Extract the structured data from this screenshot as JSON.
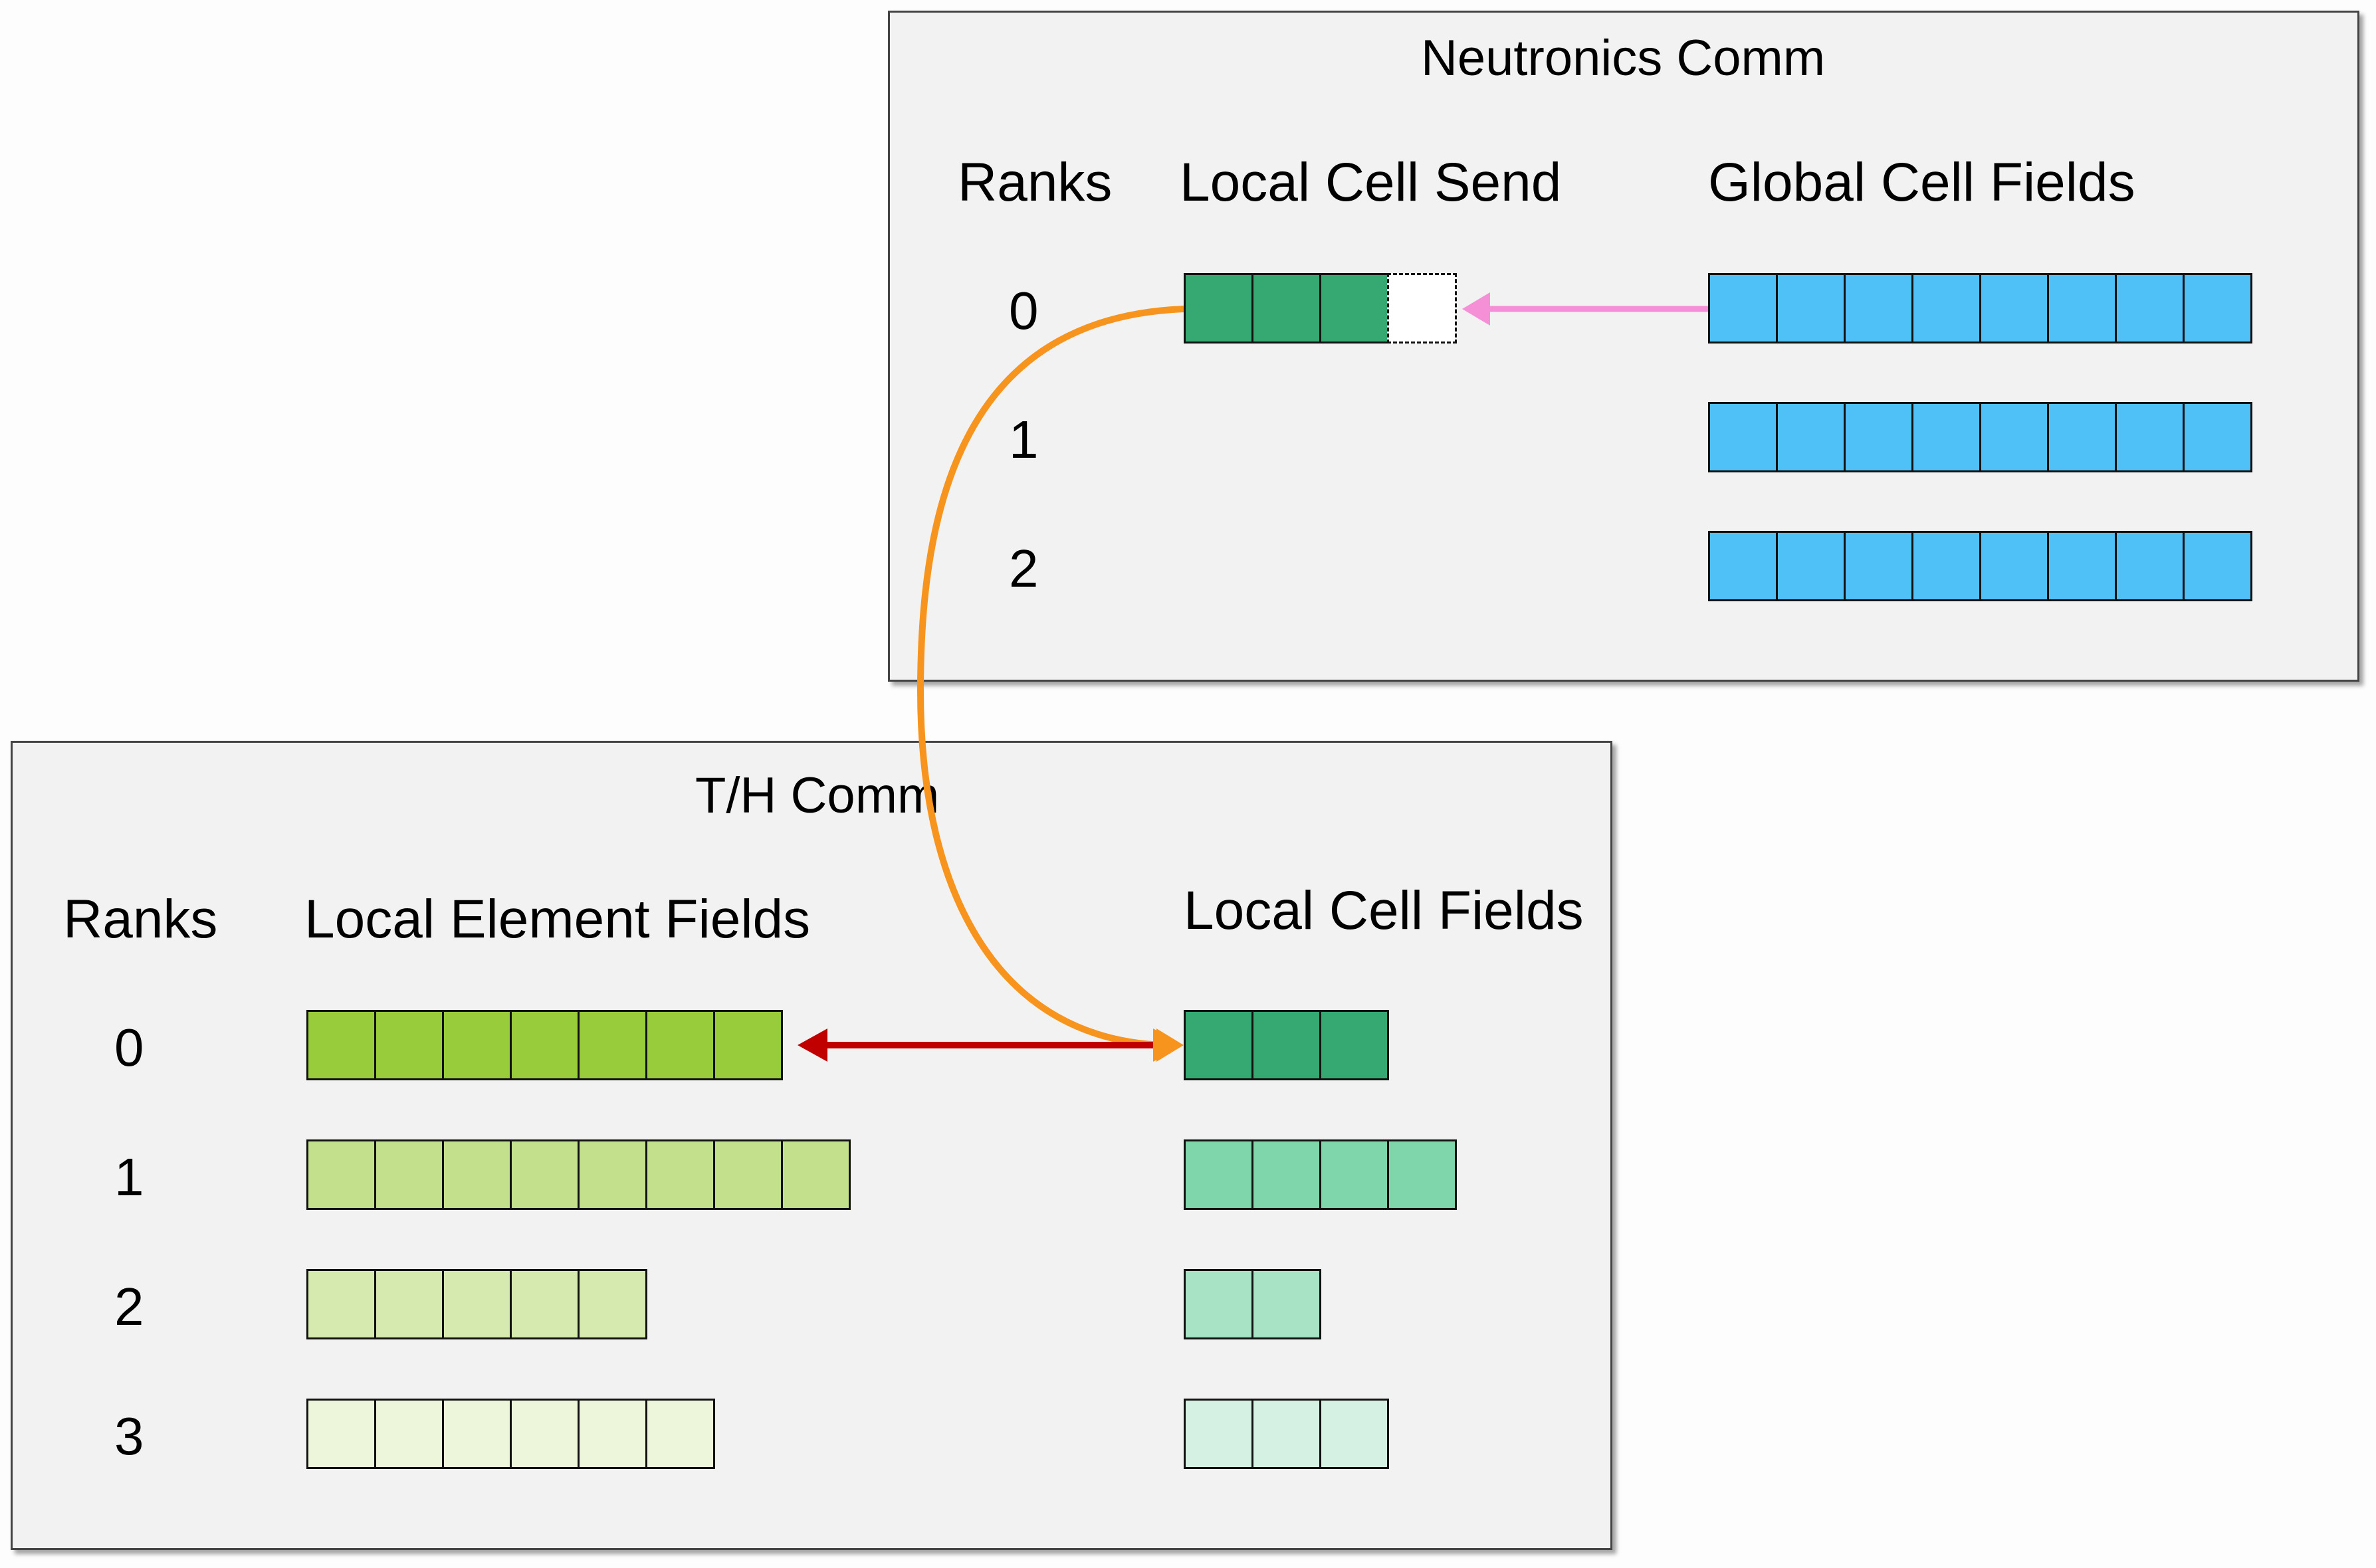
{
  "neutronics": {
    "title": "Neutronics Comm",
    "ranks_label": "Ranks",
    "local_send_label": "Local Cell Send",
    "global_fields_label": "Global Cell Fields",
    "ranks": [
      "0",
      "1",
      "2"
    ],
    "local_send": {
      "cells": 3,
      "placeholder_cells": 1,
      "color": "#36a872"
    },
    "global_fields": {
      "cells_per_rank": [
        8,
        8,
        8
      ],
      "color": "#4fc1f6"
    }
  },
  "th": {
    "title": "T/H Comm",
    "ranks_label": "Ranks",
    "element_fields_label": "Local Element Fields",
    "cell_fields_label": "Local Cell Fields",
    "ranks": [
      "0",
      "1",
      "2",
      "3"
    ],
    "element_fields": {
      "cells_per_rank": [
        7,
        8,
        5,
        6
      ],
      "colors": [
        "#99cc3b",
        "#c3e08c",
        "#d6e9ae",
        "#edf6da"
      ]
    },
    "cell_fields": {
      "cells_per_rank": [
        3,
        4,
        2,
        3
      ],
      "colors": [
        "#36a872",
        "#7fd6ab",
        "#a9e3c6",
        "#d4f1e3"
      ]
    }
  },
  "arrows": {
    "global_to_send_color": "#f590d6",
    "send_to_th_color": "#f7941d",
    "cell_to_element_color": "#c00000"
  }
}
